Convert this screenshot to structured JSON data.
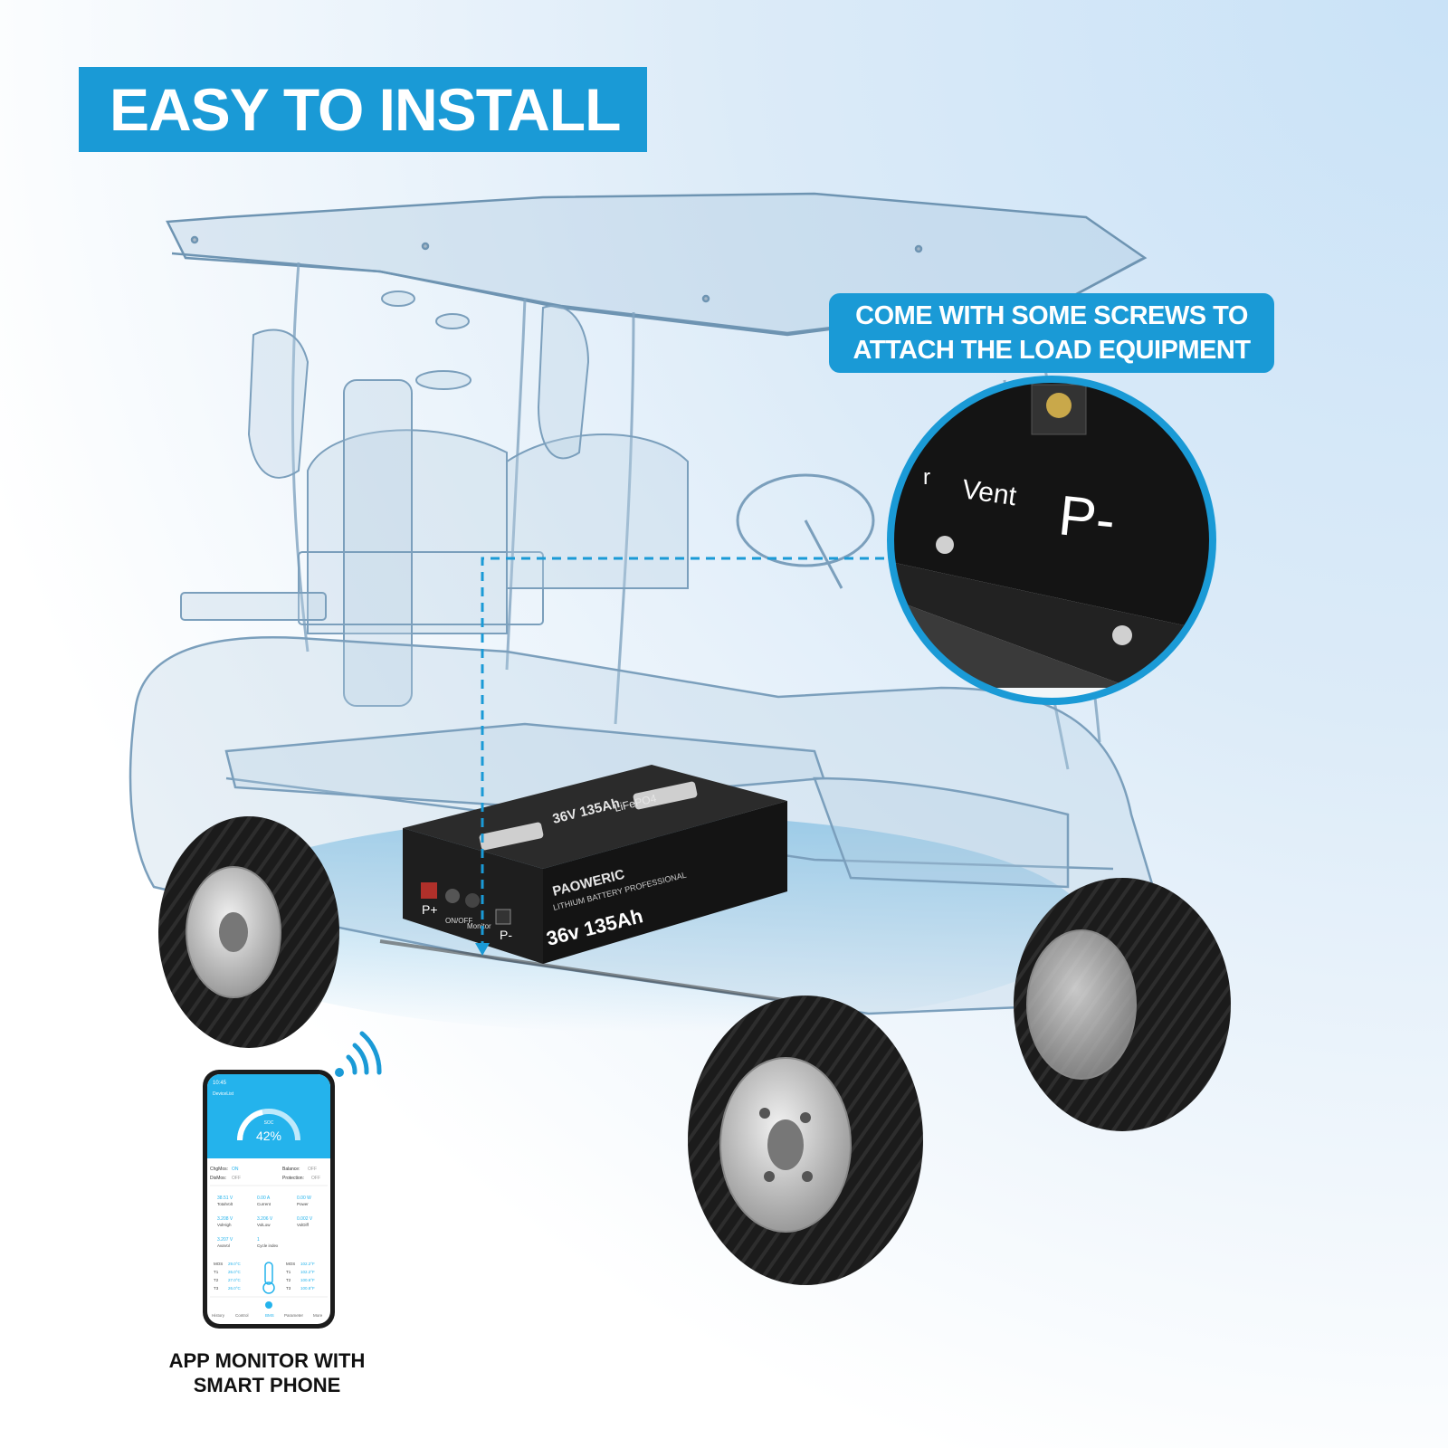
{
  "headline": "EASY TO INSTALL",
  "callout": {
    "line1": "COME WITH SOME SCREWS TO",
    "line2": "ATTACH THE LOAD EQUIPMENT"
  },
  "zoom_labels": {
    "partial": "r",
    "vent": "Vent",
    "terminal": "P-"
  },
  "battery": {
    "brand": "PAOWERIC",
    "subtitle": "LITHIUM BATTERY PROFESSIONAL",
    "spec_front": "36v 135Ah",
    "spec_top": "36V 135Ah",
    "chemistry": "LiFePO4",
    "pos_terminal": "P+",
    "neg_terminal": "P-",
    "switch_label": "ON/OFF",
    "monitor_label": "Monitor"
  },
  "phone": {
    "time": "10:45",
    "device_list": "DeviceList",
    "soc_label": "SOC",
    "soc_value": "42%",
    "chg_label": "ChgMos:",
    "chg_value": "ON",
    "dis_label": "DisMos:",
    "dis_value": "OFF",
    "bal_label": "Balance:",
    "bal_value": "OFF",
    "prot_label": "Protection:",
    "prot_value": "OFF",
    "stats": [
      {
        "value": "38.51 V",
        "label": "TotalVolt"
      },
      {
        "value": "0.00 A",
        "label": "Current"
      },
      {
        "value": "0.00 W",
        "label": "Power"
      },
      {
        "value": "3.208 V",
        "label": "VolHigh"
      },
      {
        "value": "3.206 V",
        "label": "VolLow"
      },
      {
        "value": "0.002 V",
        "label": "VolDiff"
      },
      {
        "value": "3.207 V",
        "label": "AvaVol"
      },
      {
        "value": "1",
        "label": "Cycle index"
      }
    ],
    "temps_left": [
      {
        "label": "MOS",
        "value": "29.0°C"
      },
      {
        "label": "T1",
        "value": "26.0°C"
      },
      {
        "label": "T2",
        "value": "27.0°C"
      },
      {
        "label": "T3",
        "value": "26.0°C"
      }
    ],
    "temps_right": [
      {
        "label": "MOS",
        "value": "102.2°F"
      },
      {
        "label": "T1",
        "value": "102.2°F"
      },
      {
        "label": "T2",
        "value": "100.6°F"
      },
      {
        "label": "T3",
        "value": "100.8°F"
      }
    ],
    "tabs": [
      "History",
      "Control",
      "BMS",
      "Parameter",
      "More"
    ]
  },
  "phone_caption": {
    "line1": "APP MONITOR WITH",
    "line2": "SMART PHONE"
  },
  "colors": {
    "accent": "#1a9ad6",
    "battery": "#1e1e1e",
    "glass": "#9fbfd6",
    "tire": "#1b1b1b"
  }
}
